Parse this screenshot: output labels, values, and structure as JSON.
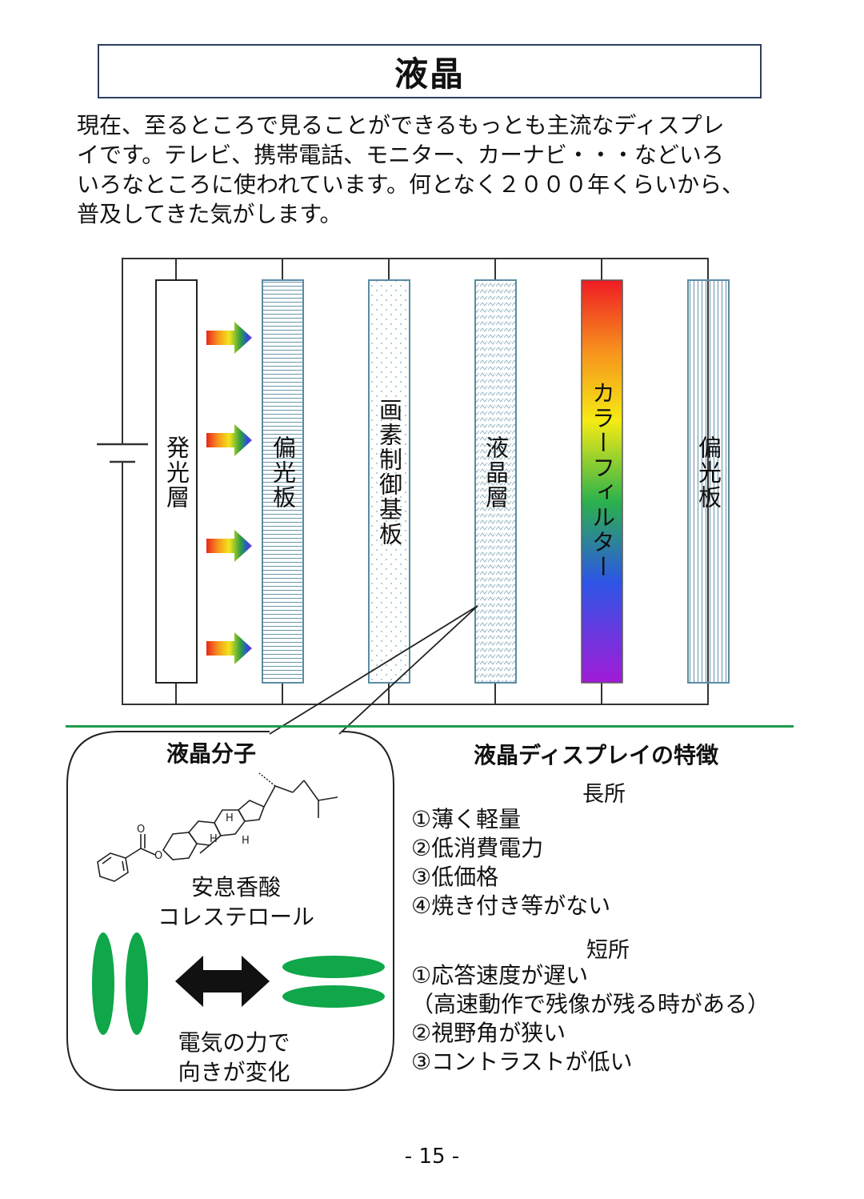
{
  "title": "液晶",
  "intro_lines": [
    "現在、至るところで見ることができるもっとも主流なディスプレ",
    "イです。テレビ、携帯電話、モニター、カーナビ・・・などいろ",
    "いろなところに使われています。何となく２０００年くらいから、",
    "普及してきた気がします。"
  ],
  "layers": {
    "emitter": "発光層",
    "polarizer1": "偏光板",
    "substrate": "画素制御基板",
    "lc_layer": "液晶層",
    "color_filter": "カラーフィルター",
    "polarizer2": "偏光板"
  },
  "molecule": {
    "section_label": "液晶分子",
    "name_line1": "安息香酸",
    "name_line2": "コレステロール",
    "caption_line1": "電気の力で",
    "caption_line2": "向きが変化",
    "structure_labels": {
      "H": "H",
      "O": "O"
    }
  },
  "features": {
    "title": "液晶ディスプレイの特徴",
    "pros_heading": "長所",
    "pros": [
      "①薄く軽量",
      "②低消費電力",
      "③低価格",
      "④焼き付き等がない"
    ],
    "cons_heading": "短所",
    "cons": [
      "①応答速度が遅い",
      "（高速動作で残像が残る時がある）",
      "②視野角が狭い",
      "③コントラストが低い"
    ]
  },
  "colors": {
    "title_border": "#2d3f5c",
    "divider": "#1f9a4e",
    "molecule_green": "#0fa74a",
    "layer_outline": "#5a8ca3"
  },
  "page_number": "- 15 -"
}
